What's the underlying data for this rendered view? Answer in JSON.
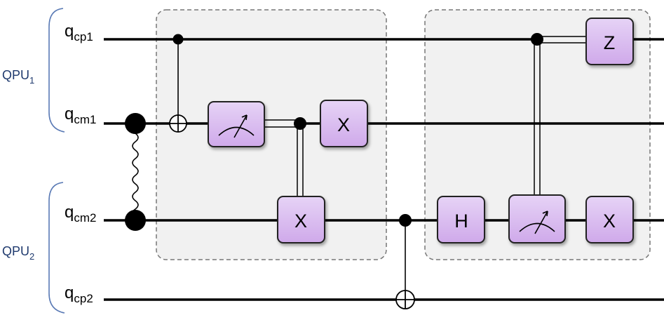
{
  "qpus": [
    {
      "base": "QPU",
      "sub": "1"
    },
    {
      "base": "QPU",
      "sub": "2"
    }
  ],
  "qubits": [
    {
      "base": "q",
      "sub": "cp1"
    },
    {
      "base": "q",
      "sub": "cm1"
    },
    {
      "base": "q",
      "sub": "cm2"
    },
    {
      "base": "q",
      "sub": "cp2"
    }
  ],
  "gates": {
    "x_cm1": "X",
    "x_cm2": "X",
    "h_cm2": "H",
    "z_cp1": "Z",
    "x_cm2_final": "X"
  },
  "colors": {
    "gate_fill": "#dcc2f0",
    "gate_stroke": "#222222",
    "wire": "#000000",
    "block_fill": "#f1f1f1",
    "block_stroke": "#777777",
    "qpu_text": "#1f3a6e",
    "brace": "#5a7ab5"
  }
}
